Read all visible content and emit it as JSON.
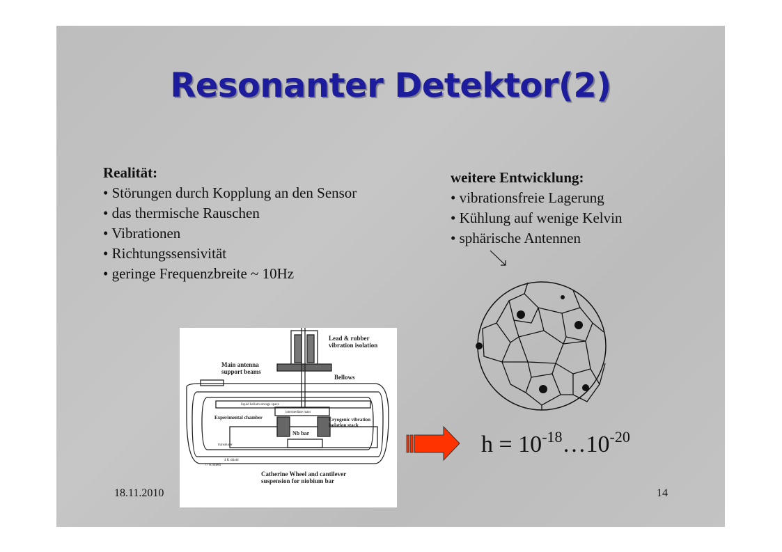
{
  "title": "Resonanter Detektor(2)",
  "left_block": {
    "heading": "Realität:",
    "items": [
      "• Störungen durch Kopplung an den Sensor",
      "• das thermische Rauschen",
      "• Vibrationen",
      "• Richtungssensivität",
      "• geringe Frequenzbreite ~ 10Hz"
    ]
  },
  "right_block": {
    "heading": "weitere Entwicklung:",
    "items": [
      "• vibrationsfreie Lagerung",
      "• Kühlung auf wenige Kelvin",
      "• sphärische Antennen"
    ]
  },
  "diagram": {
    "labels": {
      "lead": "Lead & rubber vibration isolation",
      "beams": "Main antenna support beams",
      "bellows": "Bellows",
      "helium": "liquid helium storage space",
      "mass": "intermediate mass",
      "chamber": "Experimental chamber",
      "cryo": "Cryogenic vibration isolation stack",
      "bar": "Nb bar",
      "transducer": "transducer",
      "shield4": "4 K shield",
      "shield77": "77 K shield",
      "wheel": "Catherine Wheel and cantilever suspension for niobium bar"
    }
  },
  "formula": {
    "base1": "h = 10",
    "exp1": "-18",
    "mid": "…10",
    "exp2": "-20"
  },
  "footer": {
    "date": "18.11.2010",
    "page": "14"
  },
  "colors": {
    "title": "#1c1c9c",
    "arrow": "#ff3300"
  }
}
